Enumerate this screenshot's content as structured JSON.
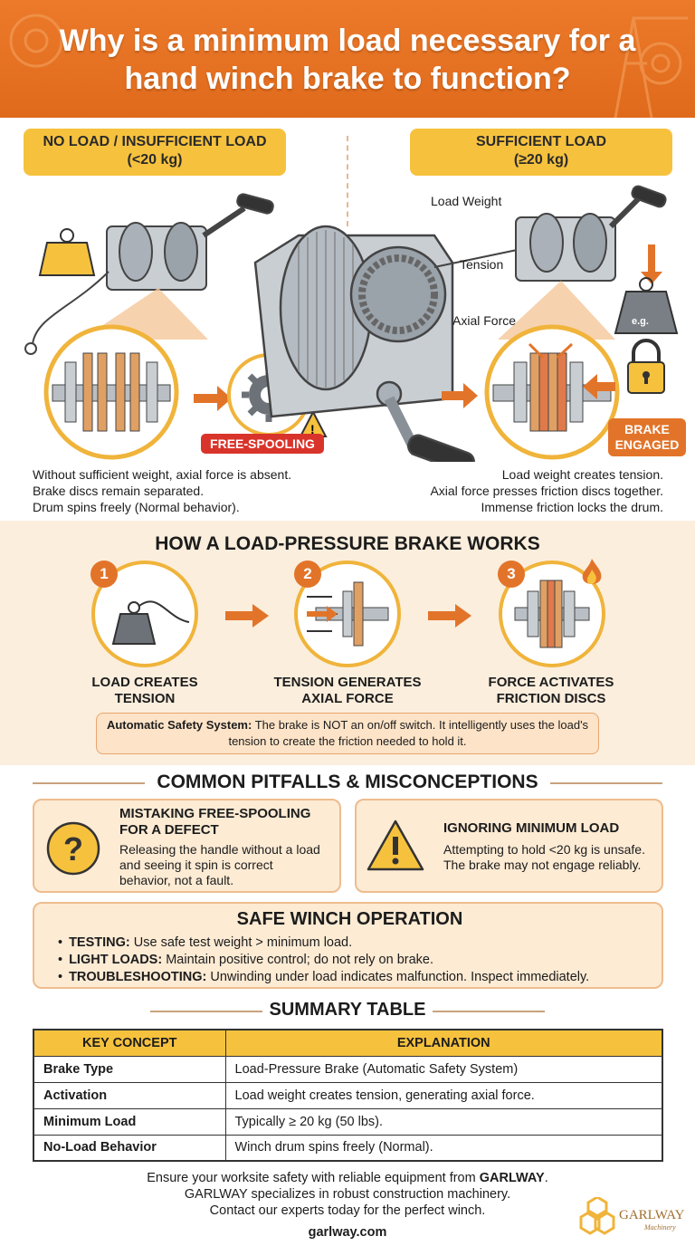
{
  "header": {
    "title": "Why is a minimum load necessary for a hand winch brake to function?"
  },
  "no_load": {
    "heading": "NO LOAD / INSUFFICIENT LOAD",
    "range": "(<20 kg)",
    "badge": "FREE-SPOOLING",
    "caption": [
      "Without sufficient weight, axial force is absent.",
      "Brake discs remain separated.",
      "Drum spins freely (Normal behavior)."
    ]
  },
  "sufficient_load": {
    "heading": "SUFFICIENT LOAD",
    "range": "(≥20 kg)",
    "label_load_weight": "Load Weight",
    "label_tension": "Tension",
    "label_axial_force": "Axial Force",
    "weight_tag": "e.g.",
    "badge": [
      "BRAKE",
      "ENGAGED"
    ],
    "caption": [
      "Load weight creates tension.",
      "Axial force presses friction discs together.",
      "Immense friction locks the drum."
    ]
  },
  "how": {
    "title": "HOW A LOAD-PRESSURE BRAKE WORKS",
    "steps": [
      {
        "num": "1",
        "label": [
          "LOAD CREATES",
          "TENSION"
        ]
      },
      {
        "num": "2",
        "label": [
          "TENSION GENERATES",
          "AXIAL FORCE"
        ]
      },
      {
        "num": "3",
        "label": [
          "FORCE ACTIVATES",
          "FRICTION DISCS"
        ]
      }
    ],
    "note_bold": "Automatic Safety System:",
    "note_text": " The brake is NOT an on/off switch. It intelligently uses the load's tension to create the friction needed to hold it."
  },
  "pitfalls": {
    "title": "COMMON PITFALLS & MISCONCEPTIONS",
    "cards": [
      {
        "head": [
          "MISTAKING FREE-SPOOLING",
          "FOR A DEFECT"
        ],
        "body": [
          "Releasing the handle without a load",
          "and seeing it spin is correct",
          "behavior, not a fault."
        ]
      },
      {
        "head": [
          "IGNORING MINIMUM LOAD"
        ],
        "body": [
          "Attempting to hold <20 kg is unsafe.",
          "The brake may not engage reliably."
        ]
      }
    ]
  },
  "safe": {
    "title": "SAFE WINCH OPERATION",
    "items": [
      {
        "k": "TESTING:",
        "v": " Use safe test weight > minimum load."
      },
      {
        "k": "LIGHT LOADS:",
        "v": " Maintain positive control; do not rely on brake."
      },
      {
        "k": "TROUBLESHOOTING:",
        "v": " Unwinding under load indicates malfunction. Inspect immediately."
      }
    ]
  },
  "summary": {
    "title": "SUMMARY TABLE",
    "headers": [
      "KEY CONCEPT",
      "EXPLANATION"
    ],
    "rows": [
      [
        "Brake Type",
        "Load-Pressure Brake (Automatic Safety System)"
      ],
      [
        "Activation",
        "Load weight creates tension, generating axial force."
      ],
      [
        "Minimum Load",
        "Typically ≥ 20 kg (50 lbs)."
      ],
      [
        "No-Load Behavior",
        "Winch drum spins freely (Normal)."
      ]
    ]
  },
  "footer": {
    "line1_pre": "Ensure your worksite safety with reliable equipment from ",
    "line1_brand": "GARLWAY",
    "line1_post": ".",
    "line2": "GARLWAY specializes in robust construction machinery.",
    "line3": "Contact our experts today for the perfect winch.",
    "site": "garlway.com",
    "logo_text": "GARLWAY",
    "logo_sub": "Machinery"
  },
  "colors": {
    "header_orange": "#e06a1c",
    "accent_yellow": "#f6c23e",
    "badge_red": "#d9342b",
    "cream_bg": "#fbeedd"
  }
}
